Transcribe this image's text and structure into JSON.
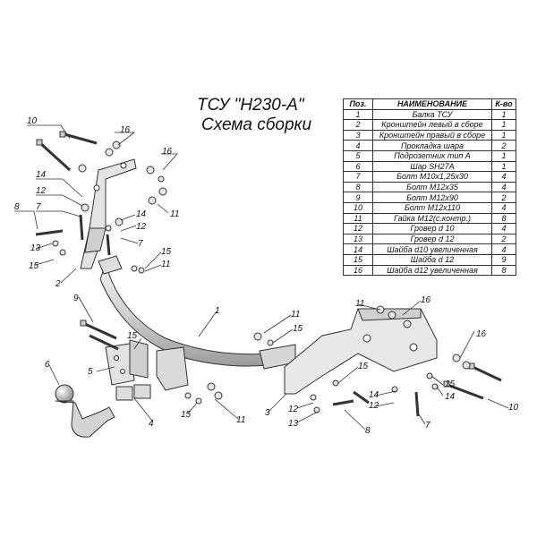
{
  "title_line1": "ТСУ \"Н230-А\"",
  "title_line2": "Схема сборки",
  "table": {
    "headers": [
      "Поз.",
      "НАИМЕНОВАНИЕ",
      "К-во"
    ],
    "rows": [
      {
        "pos": "1",
        "name": "Балка ТСУ",
        "qty": "1"
      },
      {
        "pos": "2",
        "name": "Кронштейн левый в сборе",
        "qty": "1"
      },
      {
        "pos": "3",
        "name": "Кронштейн правый в сборе",
        "qty": "1"
      },
      {
        "pos": "4",
        "name": "Прокладка шара",
        "qty": "2"
      },
      {
        "pos": "5",
        "name": "Подрозетник тип А",
        "qty": "1"
      },
      {
        "pos": "6",
        "name": "Шар SH27A",
        "qty": "1"
      },
      {
        "pos": "7",
        "name": "Болт M10x1,25x30",
        "qty": "4"
      },
      {
        "pos": "8",
        "name": "Болт M12x35",
        "qty": "4"
      },
      {
        "pos": "9",
        "name": "Болт M12x90",
        "qty": "2"
      },
      {
        "pos": "10",
        "name": "Болт M12x110",
        "qty": "4"
      },
      {
        "pos": "11",
        "name": "Гайка M12(с.контр.)",
        "qty": "8"
      },
      {
        "pos": "12",
        "name": "Гровер d 10",
        "qty": "4"
      },
      {
        "pos": "13",
        "name": "Гровер d 12",
        "qty": "2"
      },
      {
        "pos": "14",
        "name": "Шайба d10 увеличенная",
        "qty": "4"
      },
      {
        "pos": "15",
        "name": "Шайба d 12",
        "qty": "9"
      },
      {
        "pos": "16",
        "name": "Шайба d12 увеличенная",
        "qty": "8"
      }
    ]
  },
  "callouts": [
    {
      "id": "c10a",
      "text": "10"
    },
    {
      "id": "c16a",
      "text": "16"
    },
    {
      "id": "c16b",
      "text": "16"
    },
    {
      "id": "c14a",
      "text": "14"
    },
    {
      "id": "c12a",
      "text": "12"
    },
    {
      "id": "c7a",
      "text": "7"
    },
    {
      "id": "c8a",
      "text": "8"
    },
    {
      "id": "c13a",
      "text": "13"
    },
    {
      "id": "c15a",
      "text": "15"
    },
    {
      "id": "c2",
      "text": "2"
    },
    {
      "id": "c14b",
      "text": "14"
    },
    {
      "id": "c12b",
      "text": "12"
    },
    {
      "id": "c11a",
      "text": "11"
    },
    {
      "id": "c7b",
      "text": "7"
    },
    {
      "id": "c15b",
      "text": "15"
    },
    {
      "id": "c11b",
      "text": "11"
    },
    {
      "id": "c9",
      "text": "9"
    },
    {
      "id": "c1",
      "text": "1"
    },
    {
      "id": "c15c",
      "text": "15"
    },
    {
      "id": "c5",
      "text": "5"
    },
    {
      "id": "c6",
      "text": "6"
    },
    {
      "id": "c4",
      "text": "4"
    },
    {
      "id": "c15d",
      "text": "15"
    },
    {
      "id": "c11c",
      "text": "11"
    },
    {
      "id": "c11d",
      "text": "11"
    },
    {
      "id": "c15e",
      "text": "15"
    },
    {
      "id": "c3",
      "text": "3"
    },
    {
      "id": "c12c",
      "text": "12"
    },
    {
      "id": "c13b",
      "text": "13"
    },
    {
      "id": "c11e",
      "text": "11"
    },
    {
      "id": "c16c",
      "text": "16"
    },
    {
      "id": "c15f",
      "text": "15"
    },
    {
      "id": "c14c",
      "text": "14"
    },
    {
      "id": "c12d",
      "text": "12"
    },
    {
      "id": "c8b",
      "text": "8"
    },
    {
      "id": "c7c",
      "text": "7"
    },
    {
      "id": "c15g",
      "text": "15"
    },
    {
      "id": "c14d",
      "text": "14"
    },
    {
      "id": "c16d",
      "text": "16"
    },
    {
      "id": "c10b",
      "text": "10"
    }
  ]
}
